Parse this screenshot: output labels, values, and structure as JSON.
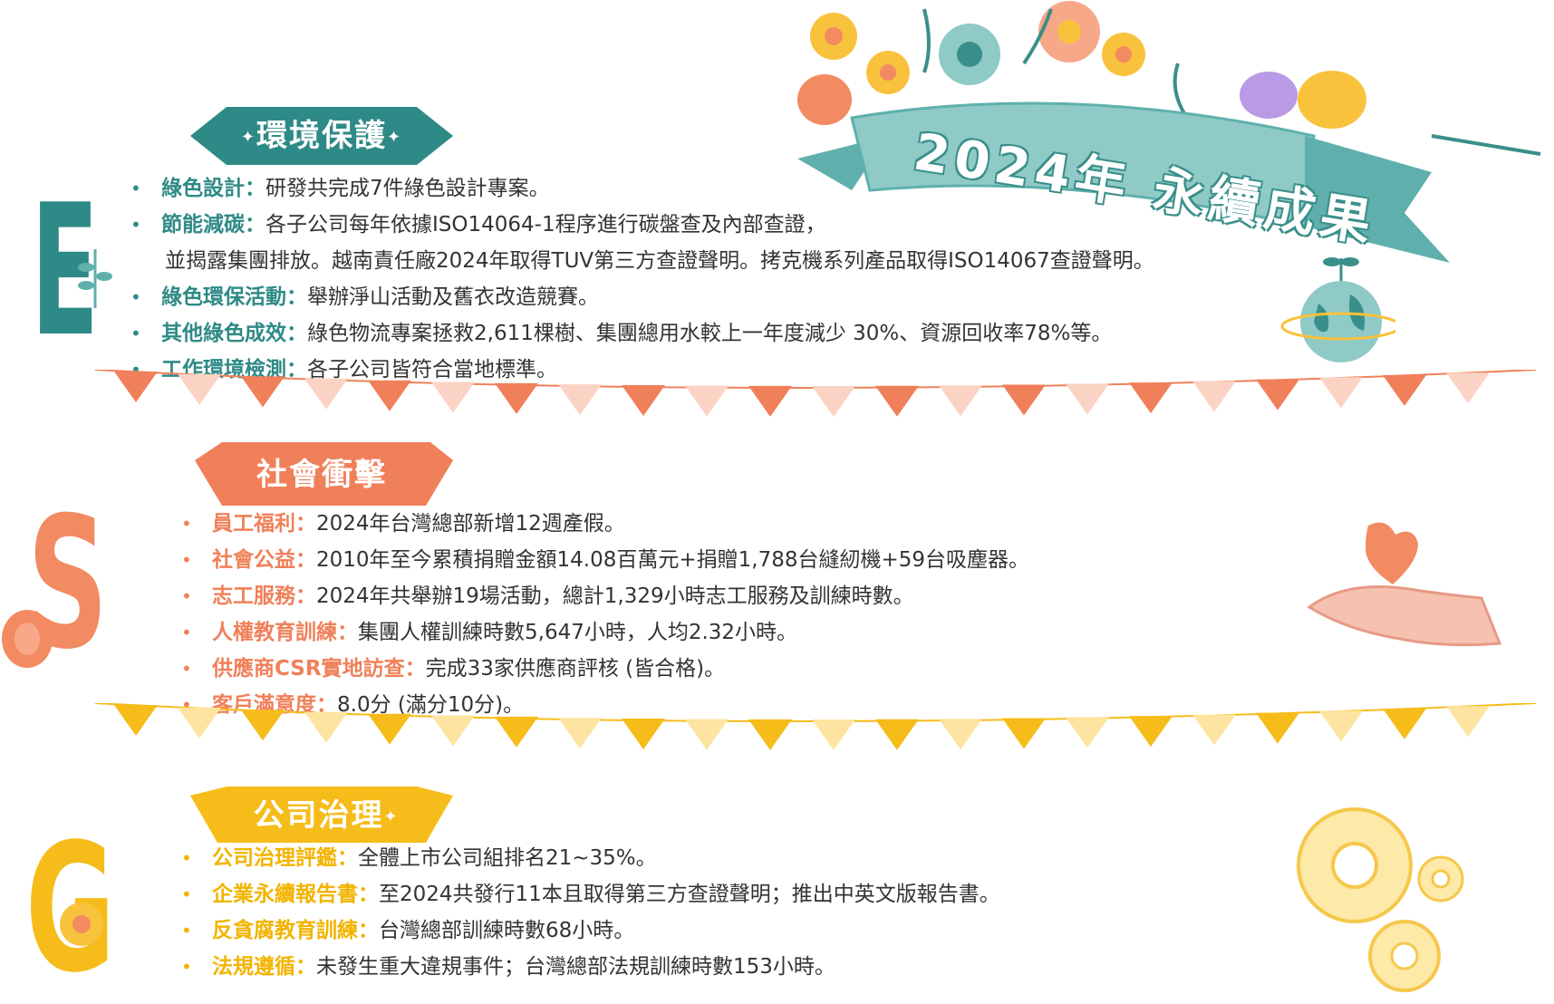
{
  "banner": {
    "title": "2024年 永續成果"
  },
  "letters": {
    "e": "E",
    "s": "S",
    "g": "G"
  },
  "colors": {
    "environment": "#2e8a86",
    "social": "#f0805a",
    "governance": "#f2b400",
    "banner": "#8fcac7"
  },
  "environment": {
    "title": "環境保護",
    "items": [
      {
        "label": "綠色設計：",
        "text": "研發共完成7件綠色設計專案。"
      },
      {
        "label": "節能減碳：",
        "text": "各子公司每年依據ISO14064-1程序進行碳盤查及內部查證，"
      },
      {
        "label": "",
        "text": "並揭露集團排放。越南責任廠2024年取得TUV第三方查證聲明。拷克機系列產品取得ISO14067查證聲明。"
      },
      {
        "label": "綠色環保活動：",
        "text": "舉辦淨山活動及舊衣改造競賽。"
      },
      {
        "label": "其他綠色成效：",
        "text": "綠色物流專案拯救2,611棵樹、集團總用水較上一年度減少 30%、資源回收率78%等。"
      },
      {
        "label": "工作環境檢測：",
        "text": "各子公司皆符合當地標準。"
      }
    ]
  },
  "social": {
    "title": "社會衝擊",
    "items": [
      {
        "label": "員工福利：",
        "text": "2024年台灣總部新增12週產假。"
      },
      {
        "label": "社會公益：",
        "text": "2010年至今累積捐贈金額14.08百萬元+捐贈1,788台縫紉機+59台吸塵器。"
      },
      {
        "label": "志工服務：",
        "text": "2024年共舉辦19場活動，總計1,329小時志工服務及訓練時數。"
      },
      {
        "label": "人權教育訓練：",
        "text": "集團人權訓練時數5,647小時，人均2.32小時。"
      },
      {
        "label": "供應商CSR實地訪查：",
        "text": "完成33家供應商評核 (皆合格)。"
      },
      {
        "label": "客戶滿意度：",
        "text": "8.0分 (滿分10分)。"
      }
    ]
  },
  "governance": {
    "title": "公司治理",
    "items": [
      {
        "label": "公司治理評鑑：",
        "text": "全體上市公司組排名21~35%。"
      },
      {
        "label": "企業永續報告書：",
        "text": "至2024共發行11本且取得第三方查證聲明；推出中英文版報告書。"
      },
      {
        "label": "反貪腐教育訓練：",
        "text": "台灣總部訓練時數68小時。"
      },
      {
        "label": "法規遵循：",
        "text": "未發生重大違規事件；台灣總部法規訓練時數153小時。"
      }
    ]
  }
}
